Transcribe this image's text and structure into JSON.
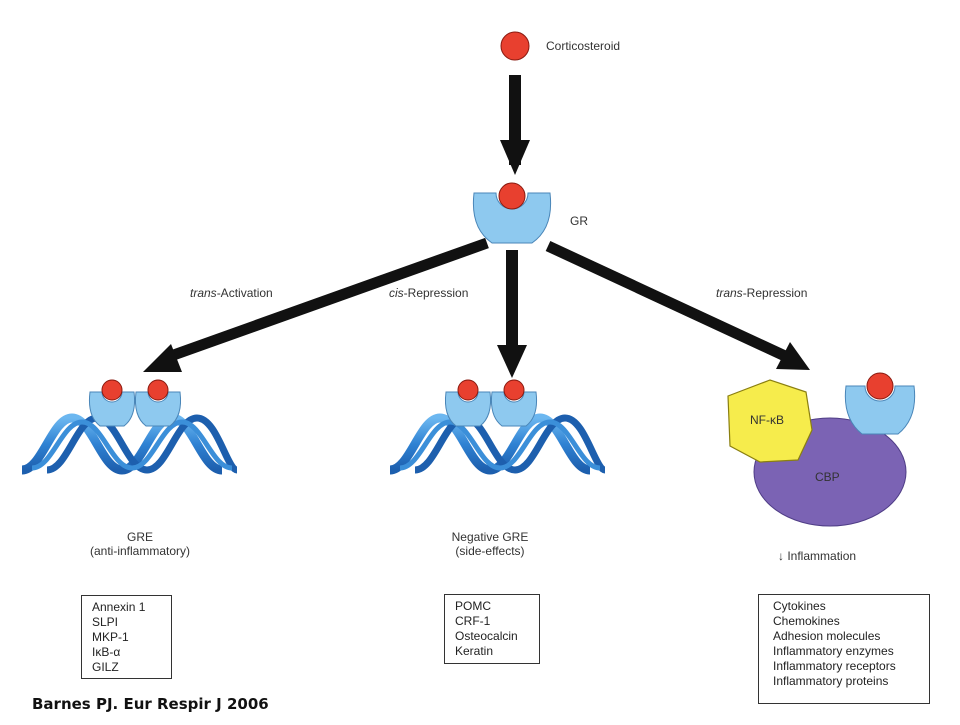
{
  "ligand_label": "Corticosteroid",
  "receptor_label": "GR",
  "pathways": {
    "trans_activation": {
      "italic": "trans",
      "rest": "-Activation"
    },
    "cis_repression": {
      "italic": "cis",
      "rest": "-Repression"
    },
    "trans_repression": {
      "italic": "trans",
      "rest": "-Repression"
    }
  },
  "gre": {
    "title": "GRE",
    "subtitle": "(anti-inflammatory)",
    "genes": [
      "Annexin 1",
      "SLPI",
      "MKP-1",
      "IκB-α",
      "GILZ"
    ]
  },
  "negative_gre": {
    "title": "Negative GRE",
    "subtitle": "(side-effects)",
    "genes": [
      "POMC",
      "CRF-1",
      "Osteocalcin",
      "Keratin"
    ]
  },
  "transrepression": {
    "nfkb_label": "NF-κB",
    "cbp_label": "CBP",
    "arrow": "↓",
    "result": "Inflammation",
    "genes": [
      "Cytokines",
      "Chemokines",
      "Adhesion molecules",
      "Inflammatory enzymes",
      "Inflammatory receptors",
      "Inflammatory proteins"
    ]
  },
  "citation": "Barnes PJ. Eur Respir J 2006",
  "colors": {
    "ligand": "#e8402f",
    "receptor": "#8ec9ef",
    "receptor_dark": "#6fb3e0",
    "dna": "#3b8fd9",
    "nfkb": "#f6ec4c",
    "cbp": "#7b63b4",
    "arrow": "#111111"
  }
}
